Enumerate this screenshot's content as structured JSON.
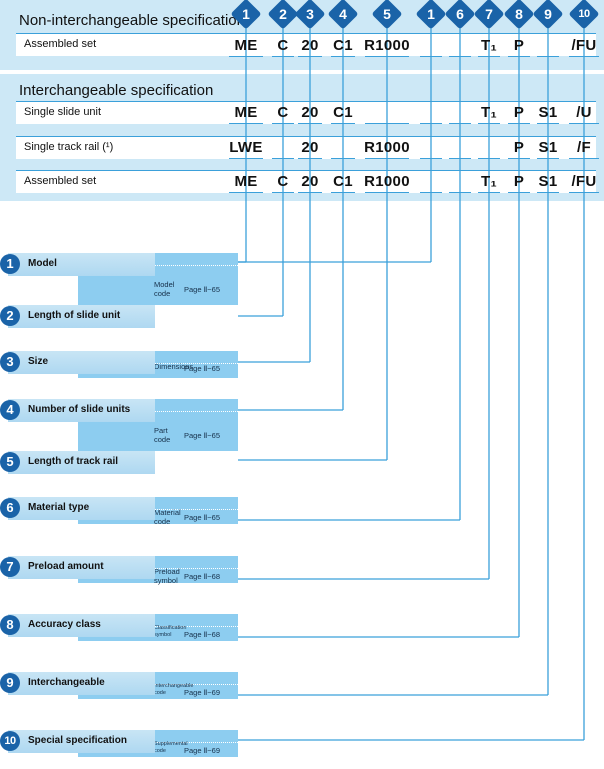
{
  "non_interchangeable": {
    "title": "Non-interchangeable specification",
    "assembled_label": "Assembled set",
    "codes": [
      "ME",
      "C",
      "20",
      "C1",
      "R1000",
      "",
      "",
      "T₁",
      "P",
      "",
      "/FU"
    ]
  },
  "interchangeable": {
    "title": "Interchangeable specification",
    "rows": [
      {
        "label": "Single slide unit",
        "codes": [
          "ME",
          "C",
          "20",
          "C1",
          "",
          "",
          "",
          "T₁",
          "P",
          "S1",
          "/U"
        ]
      },
      {
        "label": "Single track rail (¹)",
        "codes": [
          "LWE",
          "",
          "20",
          "",
          "R1000",
          "",
          "",
          "",
          "P",
          "S1",
          "/F"
        ]
      },
      {
        "label": "Assembled set",
        "codes": [
          "ME",
          "C",
          "20",
          "C1",
          "R1000",
          "",
          "",
          "T₁",
          "P",
          "S1",
          "/FU"
        ]
      }
    ]
  },
  "header_numbers": [
    "1",
    "2",
    "3",
    "4",
    "5",
    "1",
    "6",
    "7",
    "8",
    "9",
    "10"
  ],
  "categories": [
    {
      "num": "1",
      "label": "Model"
    },
    {
      "num": "2",
      "label": "Length of slide unit"
    },
    {
      "num": "3",
      "label": "Size"
    },
    {
      "num": "4",
      "label": "Number of slide units"
    },
    {
      "num": "5",
      "label": "Length of track rail"
    },
    {
      "num": "6",
      "label": "Material type"
    },
    {
      "num": "7",
      "label": "Preload amount"
    },
    {
      "num": "8",
      "label": "Accuracy class"
    },
    {
      "num": "9",
      "label": "Interchangeable"
    },
    {
      "num": "10",
      "label": "Special specification"
    }
  ],
  "info_blocks": [
    {
      "name_lines": [
        "Model",
        "code"
      ],
      "page": "Page Ⅱ−65"
    },
    {
      "name_lines": [
        "Dimensions"
      ],
      "page": "Page Ⅱ−65"
    },
    {
      "name_lines": [
        "Part",
        "code"
      ],
      "page": "Page Ⅱ−65"
    },
    {
      "name_lines": [
        "Material",
        "code"
      ],
      "page": "Page Ⅱ−65"
    },
    {
      "name_lines": [
        "Preload",
        "symbol"
      ],
      "page": "Page Ⅱ−68"
    },
    {
      "name_lines": [
        "Classification",
        "symbol"
      ],
      "page": "Page Ⅱ−68"
    },
    {
      "name_lines": [
        "Interchangeable",
        "code"
      ],
      "page": "Page Ⅱ−69"
    },
    {
      "name_lines": [
        "Supplemental",
        "code"
      ],
      "page": "Page Ⅱ−69"
    }
  ],
  "colors": {
    "box": "#cde8f6",
    "line": "#3ba0da",
    "badge": "#1a63a8",
    "info": "#8dcdf0"
  }
}
